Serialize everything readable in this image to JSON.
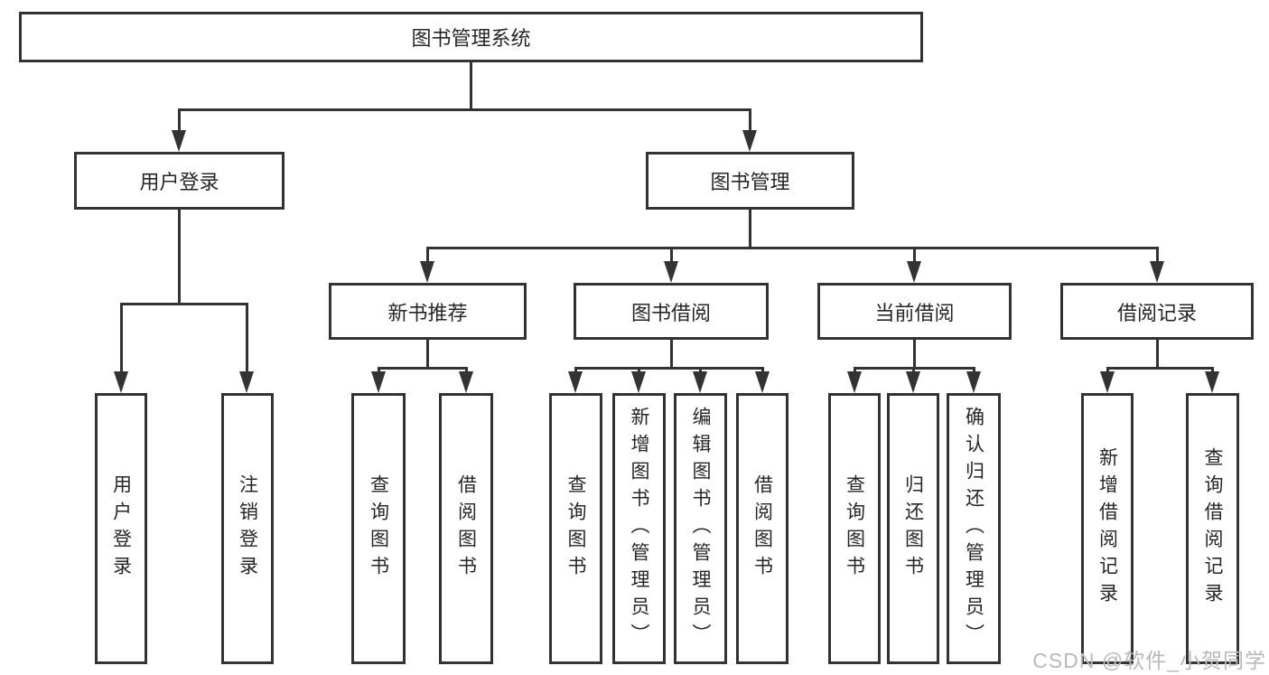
{
  "colors": {
    "background": "#ffffff",
    "line": "#333333",
    "text": "#262626",
    "watermark": "#b9b9b9"
  },
  "root": {
    "label": "图书管理系统"
  },
  "branches": [
    {
      "label": "用户登录",
      "children": [
        {
          "label": "用户登录"
        },
        {
          "label": "注销登录"
        }
      ]
    },
    {
      "label": "图书管理",
      "children": [
        {
          "label": "新书推荐",
          "children": [
            {
              "label": "查询图书"
            },
            {
              "label": "借阅图书"
            }
          ]
        },
        {
          "label": "图书借阅",
          "children": [
            {
              "label": "查询图书"
            },
            {
              "label": "新增图书（管理员）"
            },
            {
              "label": "编辑图书（管理员）"
            },
            {
              "label": "借阅图书"
            }
          ]
        },
        {
          "label": "当前借阅",
          "children": [
            {
              "label": "查询图书"
            },
            {
              "label": "归还图书"
            },
            {
              "label": "确认归还（管理员）"
            }
          ]
        },
        {
          "label": "借阅记录",
          "children": [
            {
              "label": "新增借阅记录"
            },
            {
              "label": "查询借阅记录"
            }
          ]
        }
      ]
    }
  ],
  "watermark": "CSDN @软件_小贺同学"
}
